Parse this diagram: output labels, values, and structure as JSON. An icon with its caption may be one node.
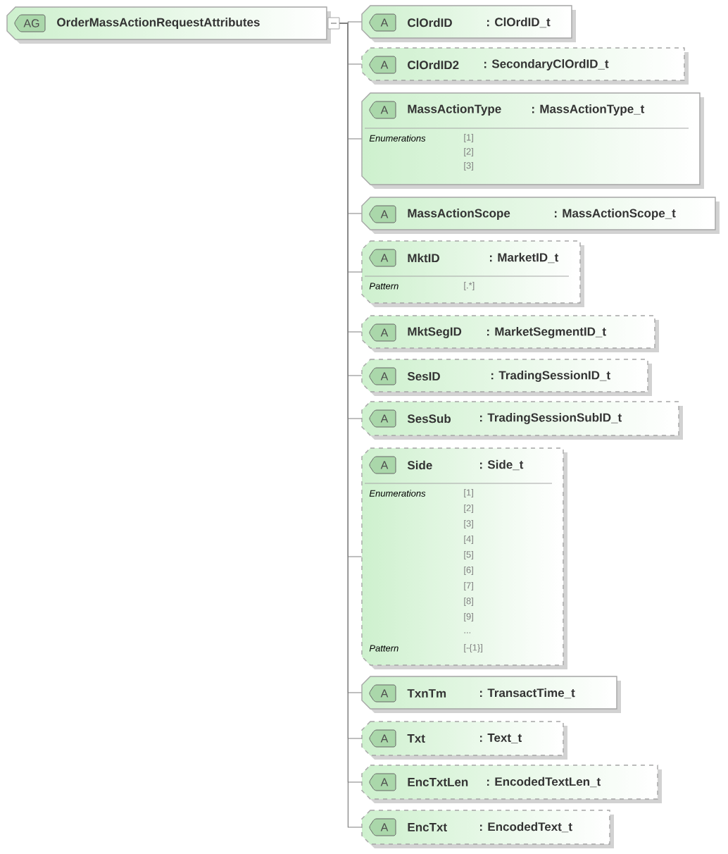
{
  "diagram": {
    "nodes": [
      {
        "text": [
          "AG",
          "OrderMassActionRequestAttributes"
        ]
      },
      {
        "text": [
          "A",
          "ClOrdID",
          ": ClOrdID_t"
        ]
      },
      {
        "text": [
          "A",
          "ClOrdID2",
          ": SecondaryClOrdID_t"
        ]
      },
      {
        "text": [
          "A",
          "MassActionType",
          ": MassActionType_t",
          "Enumerations",
          "[1]",
          "[2]",
          "[3]"
        ]
      },
      {
        "text": [
          "A",
          "MassActionScope",
          ": MassActionScope_t"
        ]
      },
      {
        "text": [
          "A",
          "MktID",
          ": MarketID_t",
          "Pattern",
          "[.*]"
        ]
      },
      {
        "text": [
          "A",
          "MktSegID",
          ": MarketSegmentID_t"
        ]
      },
      {
        "text": [
          "A",
          "SesID",
          ": TradingSessionID_t"
        ]
      },
      {
        "text": [
          "A",
          "SesSub",
          ": TradingSessionSubID_t"
        ]
      },
      {
        "text": [
          "A",
          "Side",
          ": Side_t",
          "Enumerations",
          "[1]",
          "[2]",
          "[3]",
          "[4]",
          "[5]",
          "[6]",
          "[7]",
          "[8]",
          "[9]",
          "...",
          "Pattern",
          "[-{1}]"
        ]
      },
      {
        "text": [
          "A",
          "TxnTm",
          ": TransactTime_t"
        ]
      },
      {
        "text": [
          "A",
          "Txt",
          ": Text_t"
        ]
      },
      {
        "text": [
          "A",
          "EncTxtLen",
          ": EncodedTextLen_t"
        ]
      },
      {
        "text": [
          "A",
          "EncTxt",
          ": EncodedText_t"
        ]
      }
    ],
    "edges": [
      {
        "from": 0,
        "to": 1,
        "arrow": "none"
      },
      {
        "from": 0,
        "to": 2,
        "arrow": "none"
      },
      {
        "from": 0,
        "to": 3,
        "arrow": "none"
      },
      {
        "from": 0,
        "to": 4,
        "arrow": "none"
      },
      {
        "from": 0,
        "to": 5,
        "arrow": "none"
      },
      {
        "from": 0,
        "to": 6,
        "arrow": "none"
      },
      {
        "from": 0,
        "to": 7,
        "arrow": "none"
      },
      {
        "from": 0,
        "to": 8,
        "arrow": "none"
      },
      {
        "from": 0,
        "to": 9,
        "arrow": "none"
      },
      {
        "from": 0,
        "to": 10,
        "arrow": "none"
      },
      {
        "from": 0,
        "to": 11,
        "arrow": "none"
      },
      {
        "from": 0,
        "to": 12,
        "arrow": "none"
      },
      {
        "from": 0,
        "to": 13,
        "arrow": "none"
      }
    ]
  }
}
